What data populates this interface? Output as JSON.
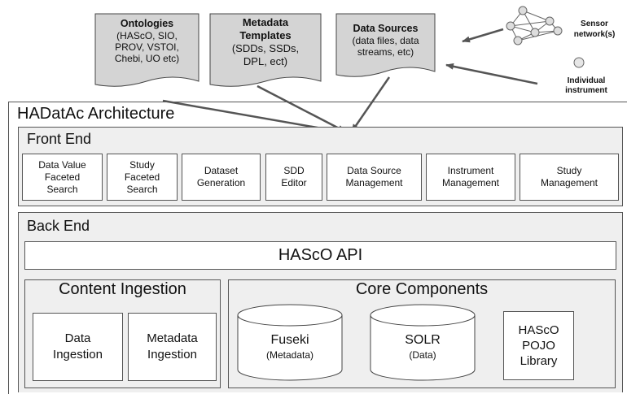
{
  "sources": {
    "ontologies": {
      "title": "Ontologies",
      "body": "(HAScO, SIO,\nPROV, VSTOI,\nChebi, UO etc)"
    },
    "templates": {
      "title": "Metadata\nTemplates",
      "body": "(SDDs, SSDs,\nDPL, ect)"
    },
    "data_sources": {
      "title": "Data Sources",
      "body": "(data files, data\nstreams, etc)"
    }
  },
  "sensor_label": "Sensor\nnetwork(s)",
  "instrument_label": "Individual\ninstrument",
  "architecture_title": "HADatAc Architecture",
  "front_end": {
    "title": "Front End",
    "modules": [
      "Data Value\nFaceted\nSearch",
      "Study\nFaceted\nSearch",
      "Dataset\nGeneration",
      "SDD\nEditor",
      "Data Source\nManagement",
      "Instrument\nManagement",
      "Study\nManagement"
    ]
  },
  "back_end": {
    "title": "Back End",
    "api": "HAScO API",
    "content_ingestion": {
      "title": "Content Ingestion",
      "items": [
        "Data\nIngestion",
        "Metadata\nIngestion"
      ]
    },
    "core_components": {
      "title": "Core Components",
      "fuseki": {
        "name": "Fuseki",
        "sub": "(Metadata)"
      },
      "solr": {
        "name": "SOLR",
        "sub": "(Data)"
      },
      "pojo": "HAScO\nPOJO\nLibrary"
    }
  },
  "colors": {
    "panel": "#efefef",
    "doc": "#d4d4d4",
    "border": "#555555"
  }
}
